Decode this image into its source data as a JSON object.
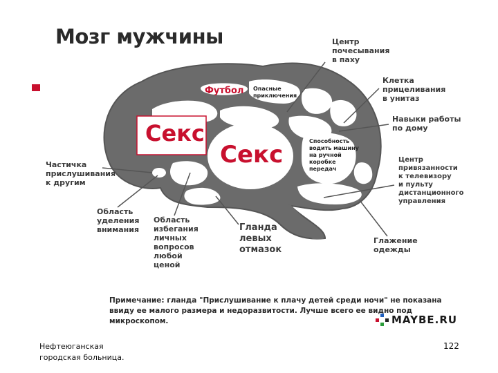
{
  "title": "Мозг мужчины",
  "regions": {
    "sex_large": "Секс",
    "sex_small": "Секс",
    "football": "Футбол",
    "dangerous_adventures": "Опасные\nприключения",
    "manual_transmission": "Способность\nводить машину\nна ручной\nкоробке\nпередач"
  },
  "labels": {
    "groin_scratching": "Центр\nпочесывания\nв паху",
    "toilet_aiming": "Клетка\nприцеливания\nв унитаз",
    "housework": "Навыки работы\nпо дому",
    "tv_attachment": "Центр\nпривязанности\nк телевизору\nи пульту\nдистанционного\nуправления",
    "ironing": "Глажение\nодежды",
    "listening": "Частичка\nприслушивания\nк другим",
    "attention": "Область\nуделения\nвнимания",
    "avoidance": "Область\nизбегания\nличных\nвопросов\nлюбой\nценой",
    "excuses_gland": "Гланда\nлевых\nотмазок"
  },
  "note": "Примечание: гланда \"Прислушивание к плачу детей среди ночи\" не показана ввиду ее малого размера и недоразвитости. Лучше всего ее видно под микроскопом.",
  "logo": {
    "text": "MAYBE.RU",
    "icon": "maybe-logo-icon",
    "colors": [
      "#c8102e",
      "#1f5fbf",
      "#2a9d3a",
      "#222222"
    ]
  },
  "footer": {
    "source": "Нефтеюганская\nгородская больница.",
    "page_number": "122"
  },
  "colors": {
    "brain_fill": "#6b6b6b",
    "region_fill": "#ffffff",
    "accent": "#c8102e"
  }
}
